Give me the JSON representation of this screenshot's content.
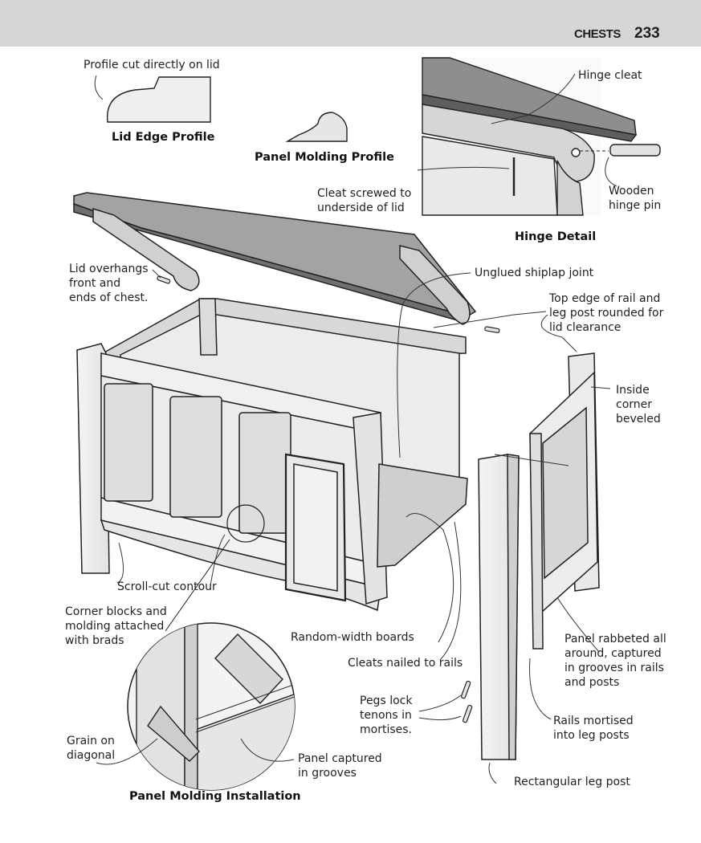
{
  "header": {
    "section": "CHESTS",
    "page_number": "233"
  },
  "titles": {
    "lid_edge_profile": "Lid Edge Profile",
    "panel_molding_profile": "Panel Molding Profile",
    "hinge_detail": "Hinge Detail",
    "panel_molding_installation": "Panel Molding Installation"
  },
  "labels": {
    "profile_cut": "Profile cut directly on lid",
    "hinge_cleat": "Hinge cleat",
    "cleat_screwed": [
      "Cleat screwed to",
      "underside of lid"
    ],
    "wooden_hinge_pin": [
      "Wooden",
      "hinge pin"
    ],
    "lid_overhangs": [
      "Lid overhangs",
      "front and",
      "ends of chest."
    ],
    "unglued_shiplap": "Unglued shiplap joint",
    "top_edge_rounded": [
      "Top edge of rail and",
      "leg post rounded for",
      "lid clearance"
    ],
    "inside_corner": [
      "Inside",
      "corner",
      "beveled"
    ],
    "scroll_cut": "Scroll-cut contour",
    "corner_blocks": [
      "Corner blocks and",
      "molding attached",
      "with brads"
    ],
    "random_width": "Random-width boards",
    "cleats_nailed": "Cleats nailed to rails",
    "panel_rabbeted": [
      "Panel rabbeted all",
      "around, captured",
      "in grooves in rails",
      "and posts"
    ],
    "pegs_lock": [
      "Pegs lock",
      "tenons in",
      "mortises."
    ],
    "rails_mortised": [
      "Rails mortised",
      "into leg posts"
    ],
    "grain_on_diagonal": [
      "Grain on",
      "diagonal"
    ],
    "panel_captured": [
      "Panel captured",
      "in grooves"
    ],
    "rectangular_leg_post": "Rectangular leg post"
  }
}
